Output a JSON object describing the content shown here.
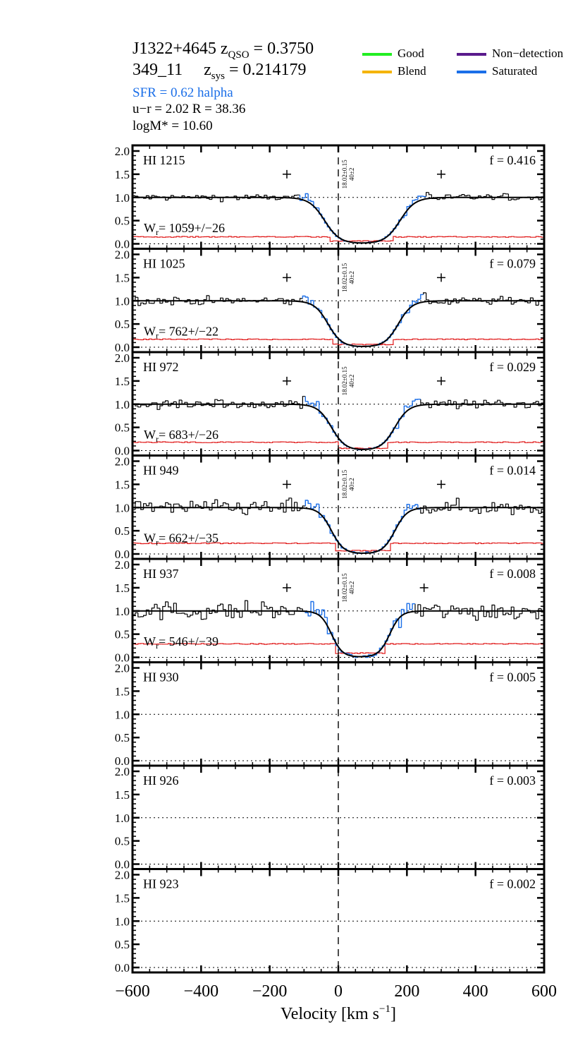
{
  "header": {
    "qso_name": "J1322+4645",
    "zqso_label": "z",
    "zqso_sub": "QSO",
    "zqso_value": "= 0.3750",
    "galaxy_id": "349_11",
    "zsys_label": "z",
    "zsys_sub": "sys",
    "zsys_value": "= 0.214179",
    "sfr": "SFR =  0.62  halpha",
    "color_radius": "u−r = 2.02   R =  38.36",
    "mass": "logM* =  10.60"
  },
  "legend": [
    {
      "label": "Good",
      "color": "#22ee22"
    },
    {
      "label": "Non−detection",
      "color": "#5a1a8c"
    },
    {
      "label": "Blend",
      "color": "#f5b400"
    },
    {
      "label": "Saturated",
      "color": "#1a6ee8"
    }
  ],
  "colors": {
    "data": "#000000",
    "saturated": "#1a6ee8",
    "error": "#e01818",
    "model": "#000000"
  },
  "chart_data": {
    "type": "line",
    "xlabel": "Velocity [km s",
    "xlabel_sup": "−1",
    "xlabel_close": "]",
    "xlim": [
      -600,
      600
    ],
    "ylim": [
      0.0,
      2.0
    ],
    "xticks": [
      -600,
      -400,
      -200,
      0,
      200,
      400,
      600
    ],
    "xtick_labels": [
      "−600",
      "−400",
      "−200",
      "0",
      "200",
      "400",
      "600"
    ],
    "yticks": [
      0.0,
      0.5,
      1.0,
      1.5,
      2.0
    ],
    "ytick_labels": [
      "0.0",
      "0.5",
      "1.0",
      "1.5",
      "2.0"
    ],
    "component_annotation": [
      "18.02±0.15",
      "40±2"
    ],
    "panels": [
      {
        "line": "HI 1215",
        "f": "f = 0.416",
        "W": "1059+/−26",
        "has_data": true,
        "marks": [
          -150,
          300
        ],
        "trough": [
          -40,
          180
        ],
        "edge_w": 22,
        "noise": 0.07,
        "err": 0.14,
        "trough_err": 0.05
      },
      {
        "line": "HI 1025",
        "f": "f = 0.079",
        "W": "762+/−22",
        "has_data": true,
        "marks": [
          -150,
          300
        ],
        "trough": [
          -30,
          175
        ],
        "edge_w": 20,
        "noise": 0.09,
        "err": 0.16,
        "trough_err": 0.05
      },
      {
        "line": "HI 972",
        "f": "f = 0.029",
        "W": "683+/−26",
        "has_data": true,
        "marks": [
          -150,
          300
        ],
        "trough": [
          -20,
          165
        ],
        "edge_w": 20,
        "noise": 0.1,
        "err": 0.17,
        "trough_err": 0.04
      },
      {
        "line": "HI 949",
        "f": "f = 0.014",
        "W": "662+/−35",
        "has_data": true,
        "marks": [
          -150,
          300
        ],
        "trough": [
          -20,
          165
        ],
        "edge_w": 18,
        "noise": 0.16,
        "err": 0.22,
        "trough_err": 0.06
      },
      {
        "line": "HI 937",
        "f": "f = 0.008",
        "W": "546+/−39",
        "has_data": true,
        "marks": [
          -150,
          250
        ],
        "trough": [
          -20,
          150
        ],
        "edge_w": 16,
        "noise": 0.2,
        "err": 0.28,
        "trough_err": 0.08
      },
      {
        "line": "HI 930",
        "f": "f = 0.005",
        "W": "",
        "has_data": false,
        "marks": [],
        "trough": [
          0,
          0
        ],
        "edge_w": 1,
        "noise": 0,
        "err": 0,
        "trough_err": 0
      },
      {
        "line": "HI 926",
        "f": "f = 0.003",
        "W": "",
        "has_data": false,
        "marks": [],
        "trough": [
          0,
          0
        ],
        "edge_w": 1,
        "noise": 0,
        "err": 0,
        "trough_err": 0
      },
      {
        "line": "HI 923",
        "f": "f = 0.002",
        "W": "",
        "has_data": false,
        "marks": [],
        "trough": [
          0,
          0
        ],
        "edge_w": 1,
        "noise": 0,
        "err": 0,
        "trough_err": 0
      }
    ]
  }
}
